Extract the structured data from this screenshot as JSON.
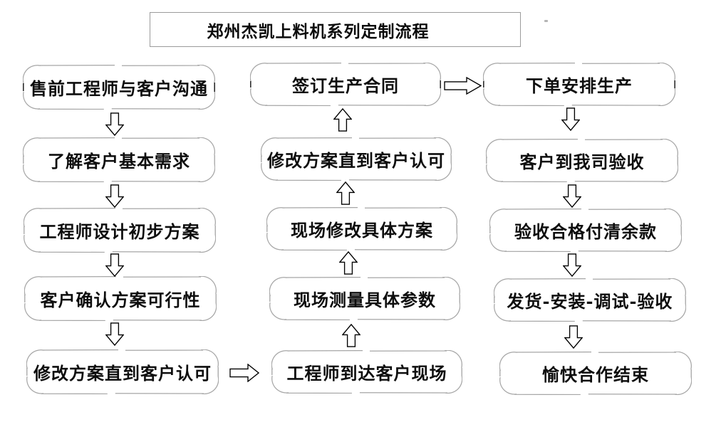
{
  "title": "郑州杰凯上料机系列定制流程",
  "flow": {
    "left_column": {
      "flow_direction": "down",
      "boxes": [
        "售前工程师与客户沟通",
        "了解客户基本需求",
        "工程师设计初步方案",
        "客户确认方案可行性",
        "修改方案直到客户认可"
      ]
    },
    "middle_column": {
      "flow_direction": "up",
      "boxes": [
        "签订生产合同",
        "修改方案直到客户认可",
        "现场修改具体方案",
        "现场测量具体参数",
        "工程师到达客户现场"
      ]
    },
    "right_column": {
      "flow_direction": "down",
      "boxes": [
        "下单安排生产",
        "客户到我司验收",
        "验收合格付清余款",
        "发货-安装-调试-验收",
        "愉快合作结束"
      ]
    },
    "connectors": [
      {
        "from": "修改方案直到客户认可",
        "to": "工程师到达客户现场",
        "direction": "right"
      },
      {
        "from": "签订生产合同",
        "to": "下单安排生产",
        "direction": "right"
      }
    ]
  },
  "colors": {
    "background": "#ffffff",
    "box_outline": "#a6a6a6",
    "box_outline_dark": "#2e2e2e",
    "arrow_outline": "#000000",
    "arrow_fill": "#ffffff",
    "text": "#0d0d0d",
    "title_border": "#9b9b9b"
  }
}
